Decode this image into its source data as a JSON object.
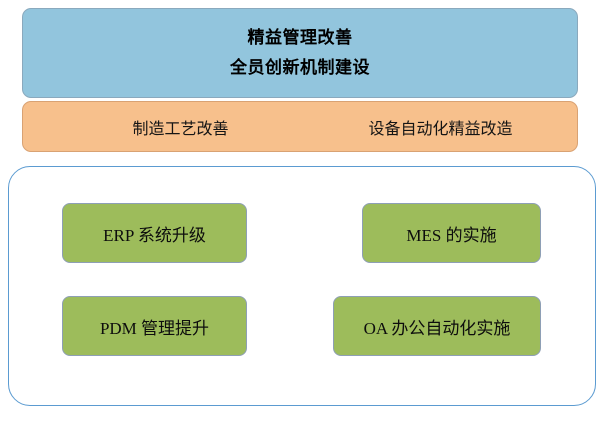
{
  "diagram": {
    "top_banner": {
      "lines": [
        "精益管理改善",
        "全员创新机制建设"
      ],
      "fill_color": "#92c5dd",
      "border_color": "#8aa9bd"
    },
    "second_banner": {
      "left_label": "制造工艺改善",
      "right_label": "设备自动化精益改造",
      "fill_color": "#f7c08c",
      "border_color": "#d9a273"
    },
    "container": {
      "border_color": "#5b9bd1",
      "fill_color": "#ffffff"
    },
    "items": [
      {
        "label": "ERP 系统升级",
        "fill_color": "#9dbc5b",
        "border_color": "#8e9fb5"
      },
      {
        "label": "MES 的实施",
        "fill_color": "#9dbc5b",
        "border_color": "#8e9fb5"
      },
      {
        "label": "PDM 管理提升",
        "fill_color": "#9dbc5b",
        "border_color": "#8e9fb5"
      },
      {
        "label": "OA 办公自动化实施",
        "fill_color": "#9dbc5b",
        "border_color": "#8e9fb5"
      }
    ]
  }
}
